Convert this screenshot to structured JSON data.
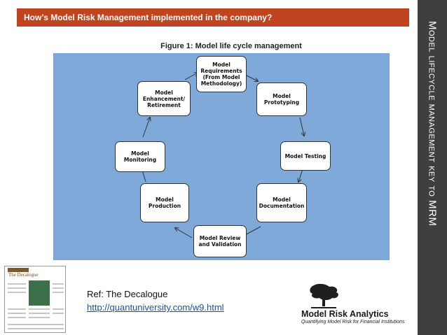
{
  "header": {
    "title": "How’s Model Risk Management implemented in the company?"
  },
  "sidebar": {
    "title": "Model lifecycle management key to MRM"
  },
  "figure": {
    "title": "Figure 1: Model life cycle management",
    "nodes": {
      "requirements": "Model\nRequirements\n(From Model\nMethodology)",
      "prototyping": "Model\nPrototyping",
      "testing": "Model Testing",
      "documentation": "Model\nDocumentation",
      "review": "Model Review\nand Validation",
      "production": "Model\nProduction",
      "monitoring": "Model\nMonitoring",
      "enhancement": "Model\nEnhancement/\nRetirement"
    }
  },
  "thumbnail": {
    "title": "The Decalogue"
  },
  "reference": {
    "label": "Ref: The Decalogue",
    "link": "http://quantuniversity.com/w9.html"
  },
  "logo": {
    "name": "Model Risk Analytics",
    "tagline": "Quantifying Model Risk for Financial Institutions"
  },
  "colors": {
    "header": "#c0441f",
    "sidebar": "#3f3f3f",
    "diagram_bg": "#7ea9d8",
    "link": "#1a4fb0"
  }
}
